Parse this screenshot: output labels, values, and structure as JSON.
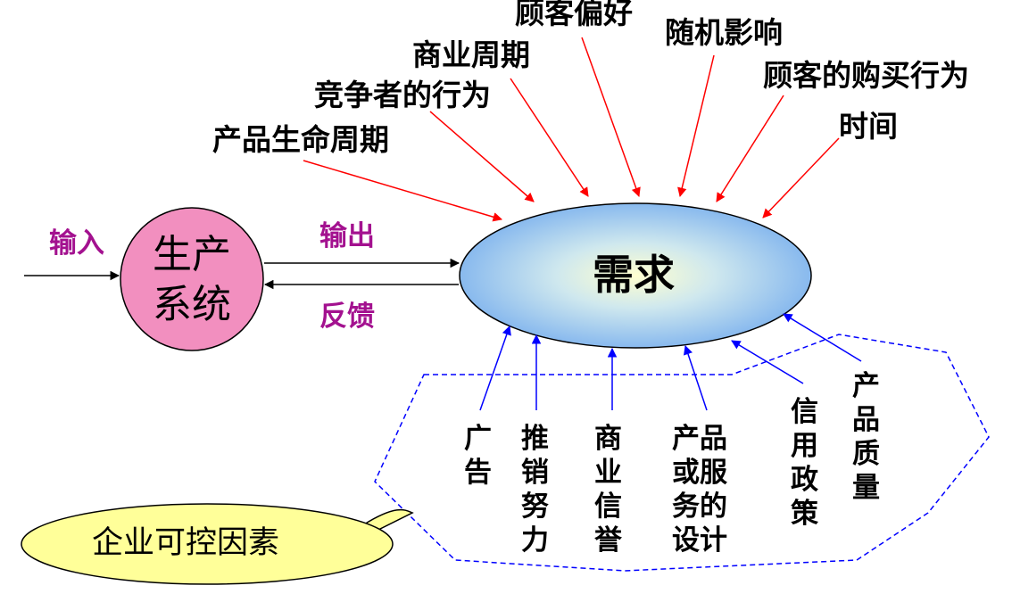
{
  "center": {
    "label": "需求"
  },
  "production": {
    "line1": "生产",
    "line2": "系统"
  },
  "flows": {
    "input": "输入",
    "output": "输出",
    "feedback": "反馈"
  },
  "external_factors": [
    "顾客偏好",
    "随机影响",
    "商业周期",
    "顾客的购买行为",
    "竞争者的行为",
    "产品生命周期",
    "时间"
  ],
  "controllable_factors": [
    {
      "text": "广\n告"
    },
    {
      "text": "推\n销\n努\n力"
    },
    {
      "text": "商\n业\n信\n誉"
    },
    {
      "text": "产品\n或服\n务的\n设计"
    },
    {
      "text": "信\n用\n政\n策"
    },
    {
      "text": "产\n品\n质\n量"
    }
  ],
  "callout": {
    "label": "企业可控因素"
  },
  "colors": {
    "external_arrow": "#ff0000",
    "controllable_arrow": "#0000ff",
    "production_fill": "#f28fbf",
    "callout_fill": "#ffff99",
    "flow_label": "#a3118f",
    "dashed_boundary": "#0000ff"
  }
}
